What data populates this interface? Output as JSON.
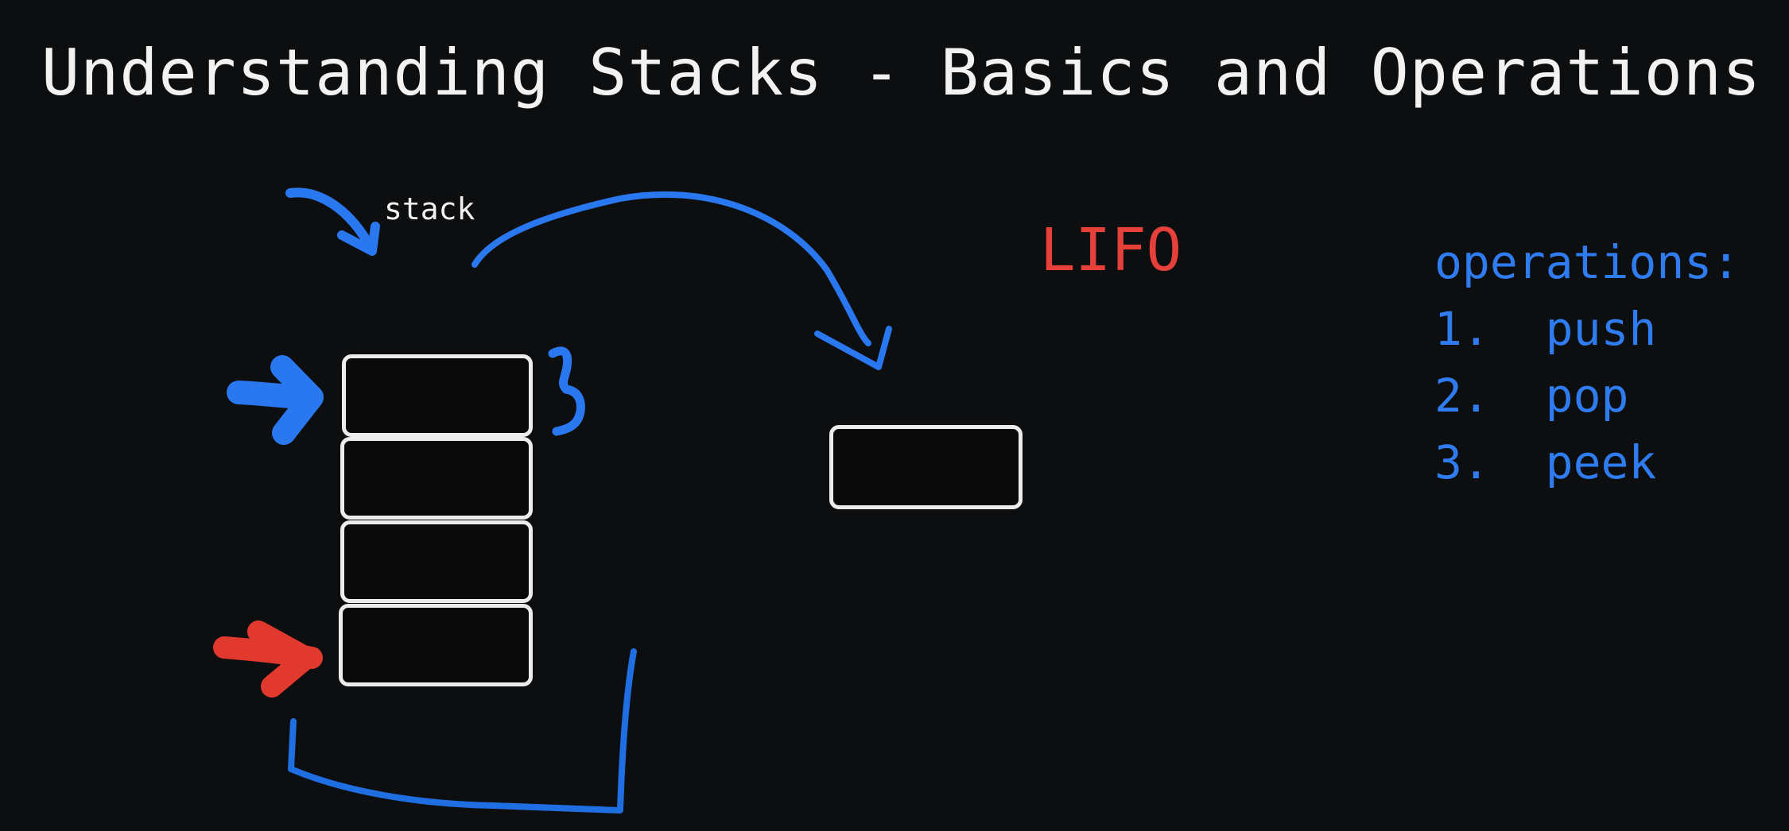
{
  "title": "Understanding Stacks - Basics and Operations",
  "diagram": {
    "stack_label": "stack",
    "concept_label": "LIFO",
    "stack_cells": 4,
    "popped_cell": 1
  },
  "operations": {
    "heading": "operations:",
    "items": [
      "1.  push",
      "2.  pop",
      "3.  peek"
    ]
  },
  "colors": {
    "background": "#0d0e0f",
    "text": "#f2f2f2",
    "accent_blue": "#2f7bf0",
    "accent_red": "#e5413a"
  }
}
